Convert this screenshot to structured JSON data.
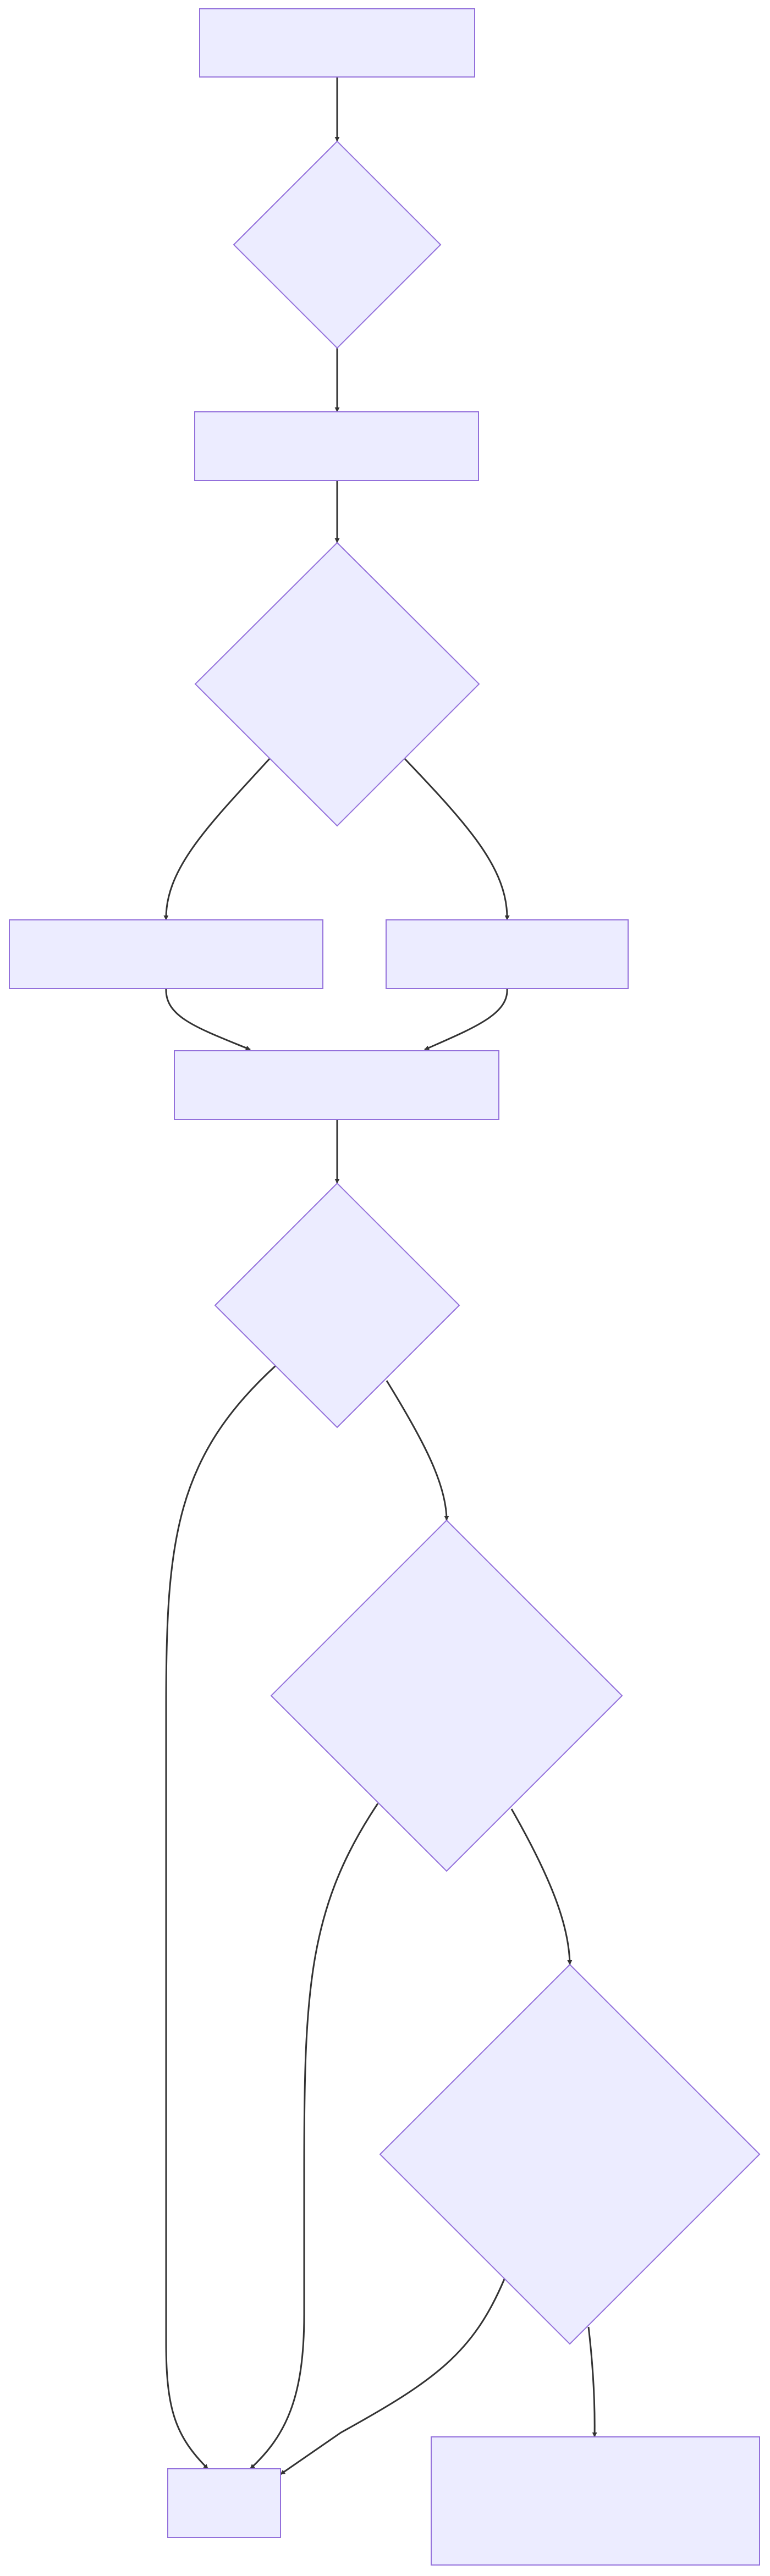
{
  "diagram": {
    "type": "flowchart",
    "colors": {
      "node_fill": "#ECECFF",
      "node_stroke": "#9370DB",
      "edge": "#333333",
      "background": "#FFFFFF"
    },
    "nodes": [
      {
        "id": "n1",
        "shape": "rectangle",
        "label": ""
      },
      {
        "id": "d1",
        "shape": "diamond",
        "label": ""
      },
      {
        "id": "n2",
        "shape": "rectangle",
        "label": ""
      },
      {
        "id": "d2",
        "shape": "diamond",
        "label": ""
      },
      {
        "id": "n3",
        "shape": "rectangle",
        "label": ""
      },
      {
        "id": "n4",
        "shape": "rectangle",
        "label": ""
      },
      {
        "id": "n5",
        "shape": "rectangle",
        "label": ""
      },
      {
        "id": "d3",
        "shape": "diamond",
        "label": ""
      },
      {
        "id": "d4",
        "shape": "diamond",
        "label": ""
      },
      {
        "id": "d5",
        "shape": "diamond",
        "label": ""
      },
      {
        "id": "n6",
        "shape": "rectangle",
        "label": ""
      },
      {
        "id": "n7",
        "shape": "rectangle",
        "label": ""
      }
    ],
    "edges": [
      {
        "from": "n1",
        "to": "d1"
      },
      {
        "from": "d1",
        "to": "n2"
      },
      {
        "from": "n2",
        "to": "d2"
      },
      {
        "from": "d2",
        "to": "n3"
      },
      {
        "from": "d2",
        "to": "n4"
      },
      {
        "from": "n3",
        "to": "n5"
      },
      {
        "from": "n4",
        "to": "n5"
      },
      {
        "from": "n5",
        "to": "d3"
      },
      {
        "from": "d3",
        "to": "n6"
      },
      {
        "from": "d3",
        "to": "d4"
      },
      {
        "from": "d4",
        "to": "n6"
      },
      {
        "from": "d4",
        "to": "d5"
      },
      {
        "from": "d5",
        "to": "n6"
      },
      {
        "from": "d5",
        "to": "n7"
      }
    ]
  }
}
